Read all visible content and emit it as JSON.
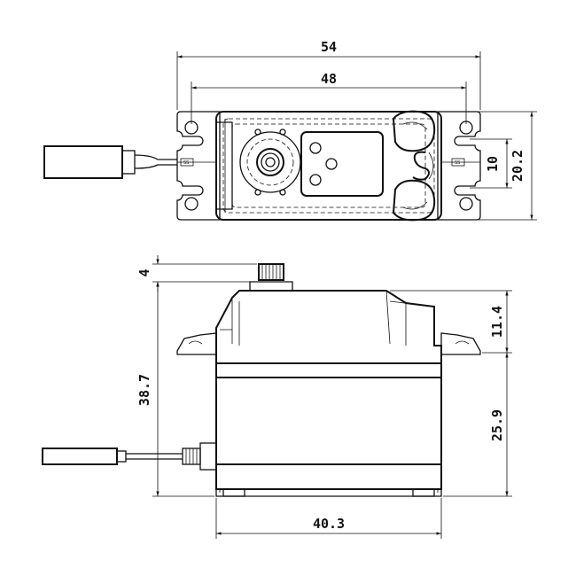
{
  "dimensions": {
    "overall_width": "54",
    "mount_hole_spacing": "48",
    "slot_spacing": "10",
    "body_depth": "20.2",
    "spline_height": "4",
    "total_height": "38.7",
    "top_to_flange": "11.4",
    "flange_to_bottom": "25.9",
    "body_width": "40.3"
  },
  "colors": {
    "line": "#111111",
    "background": "#ffffff"
  }
}
